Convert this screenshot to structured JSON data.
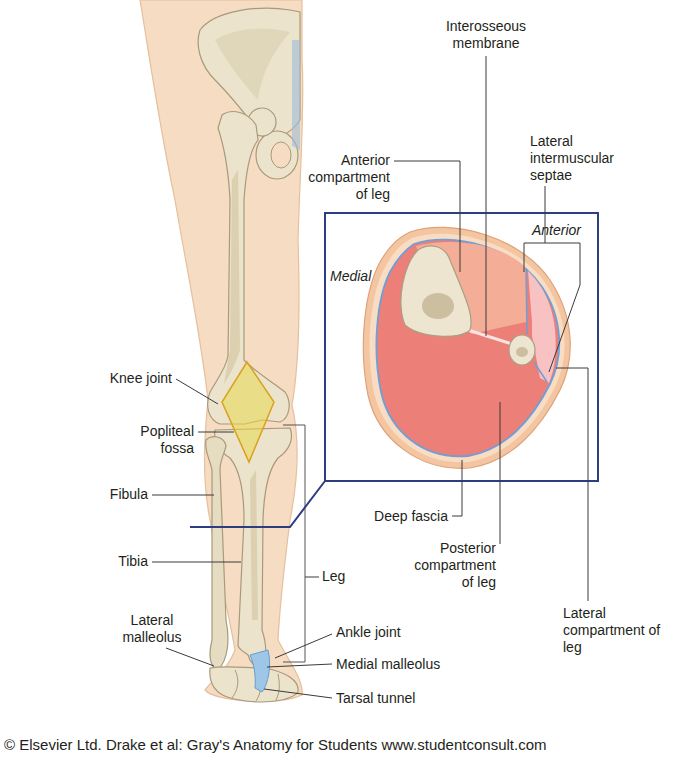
{
  "diagram": {
    "labels": [
      "Interosseous membrane",
      "Anterior compartment of leg",
      "Lateral intermuscular septae",
      "Anterior",
      "Medial",
      "Knee joint",
      "Popliteal fossa",
      "Fibula",
      "Tibia",
      "Leg",
      "Lateral malleolus",
      "Ankle joint",
      "Medial malleolus",
      "Tarsal tunnel",
      "Deep fascia",
      "Posterior compartment of leg",
      "Lateral compartment of leg",
      "© Elsevier Ltd. Drake et al: Gray's Anatomy for Students www.studentconsult.com"
    ]
  }
}
